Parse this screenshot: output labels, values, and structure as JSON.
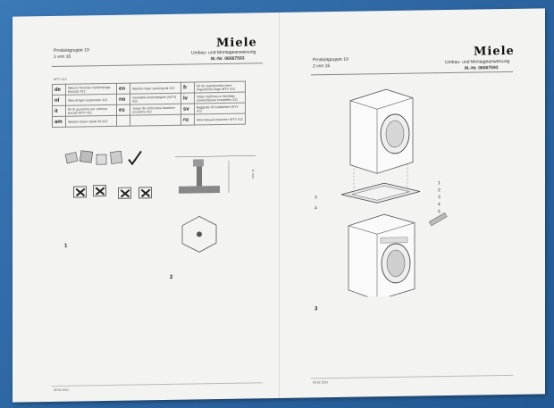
{
  "left_page": {
    "product_group": "Produktgruppe 19",
    "page_of": "1 von 16",
    "logo": "Miele",
    "title": "Umbau- und Montageanweisung",
    "order_number": "M.-Nr. 06667593",
    "kit_label": "WTV 412",
    "languages": [
      {
        "code": "de",
        "text": "Wasch-Trockner-Verbindungs-bausatz 412"
      },
      {
        "code": "nl",
        "text": "Was-droger-tussenstuk 412"
      },
      {
        "code": "it",
        "text": "Kit di giunzione per colonna bucato WTV 412"
      },
      {
        "code": "am",
        "text": "Washer-Dryer Stack Kit 412"
      },
      {
        "code": "en",
        "text": "Washer-dryer stacking kit 412"
      },
      {
        "code": "no",
        "text": "Vask/tørk-mellomstykke (WTV) 412"
      },
      {
        "code": "es",
        "text": "Juego de unión para lavadora-secadora 412"
      },
      {
        "code": "fr",
        "text": "Kit de superposition lave-linge/sèche-linge WTV 412"
      },
      {
        "code": "lv",
        "text": "Veļas mašīnas un žāvētāja savienošanas komplekts 412"
      },
      {
        "code": "sv",
        "text": "Byggsats för tvättpelare WTV 412"
      },
      {
        "code": "ru",
        "text": "Монтажный комплект WTV 412"
      }
    ],
    "figure1_label": "1",
    "figure2_label": "2",
    "dimension": "11 mm",
    "footer_date": "09.02.2011"
  },
  "right_page": {
    "product_group": "Produktgruppe 19",
    "page_of": "2 von 16",
    "logo": "Miele",
    "title": "Umbau- und Montageanweisung",
    "order_number": "M.-Nr. 06667593",
    "figure3_label": "3",
    "callouts": [
      "1",
      "2",
      "3",
      "4",
      "5",
      "3",
      "4"
    ],
    "footer_date": "09.02.2011"
  },
  "colors": {
    "background": "#2f6aa3",
    "paper": "#f3f3f1"
  }
}
